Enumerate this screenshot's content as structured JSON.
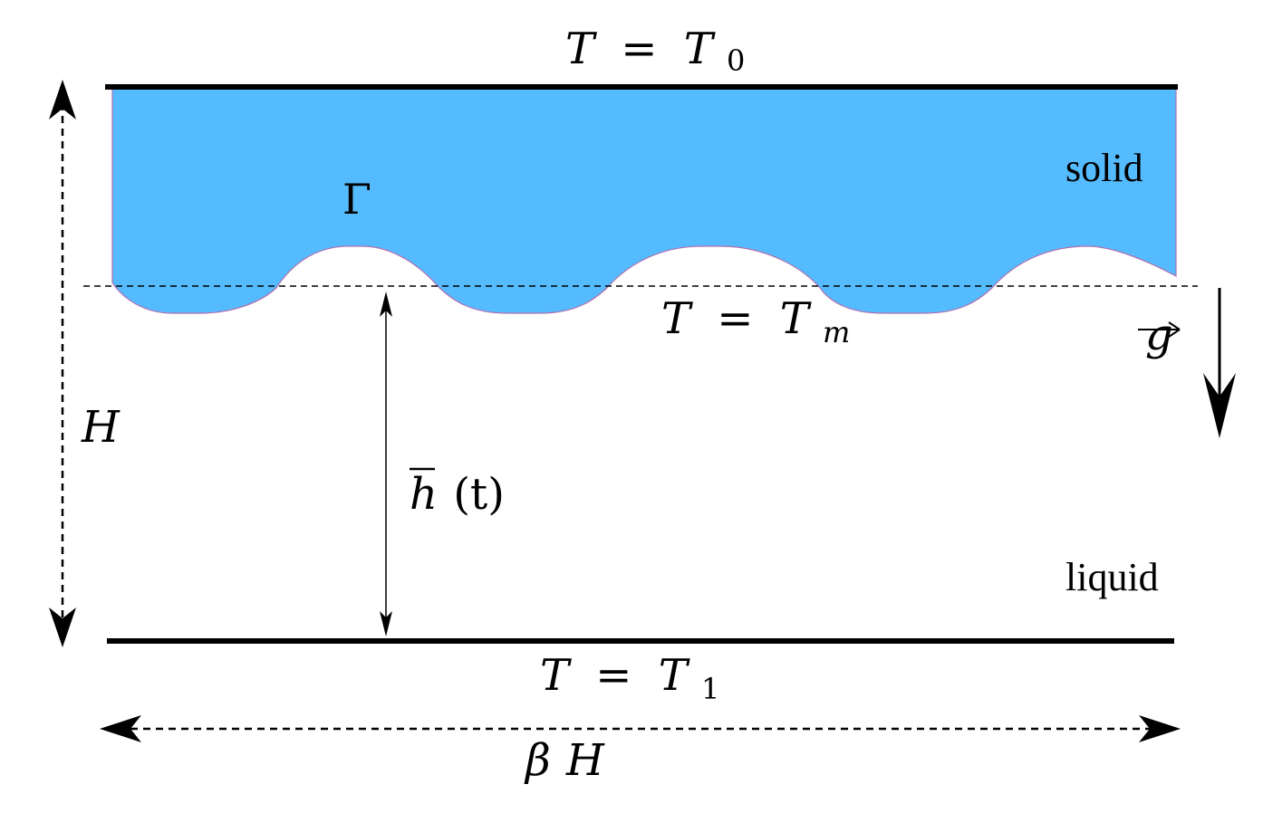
{
  "labels": {
    "top_T": "T",
    "top_eq": "=",
    "top_Tsym": "T",
    "top_sub": "0",
    "solid": "solid",
    "gamma": "Γ",
    "mid_T": "T",
    "mid_eq": "=",
    "mid_Tsym": "T",
    "mid_sub": "m",
    "g": "g",
    "H": "H",
    "hbar_h": "h",
    "hbar_rest": "(t)",
    "liquid": "liquid",
    "bot_T": "T",
    "bot_eq": "=",
    "bot_Tsym": "T",
    "bot_sub": "1",
    "beta": "β",
    "betaH_H": "H"
  },
  "colors": {
    "solid_fill": "#55bbff",
    "solid_edge": "#b070b0",
    "line": "#000000"
  }
}
